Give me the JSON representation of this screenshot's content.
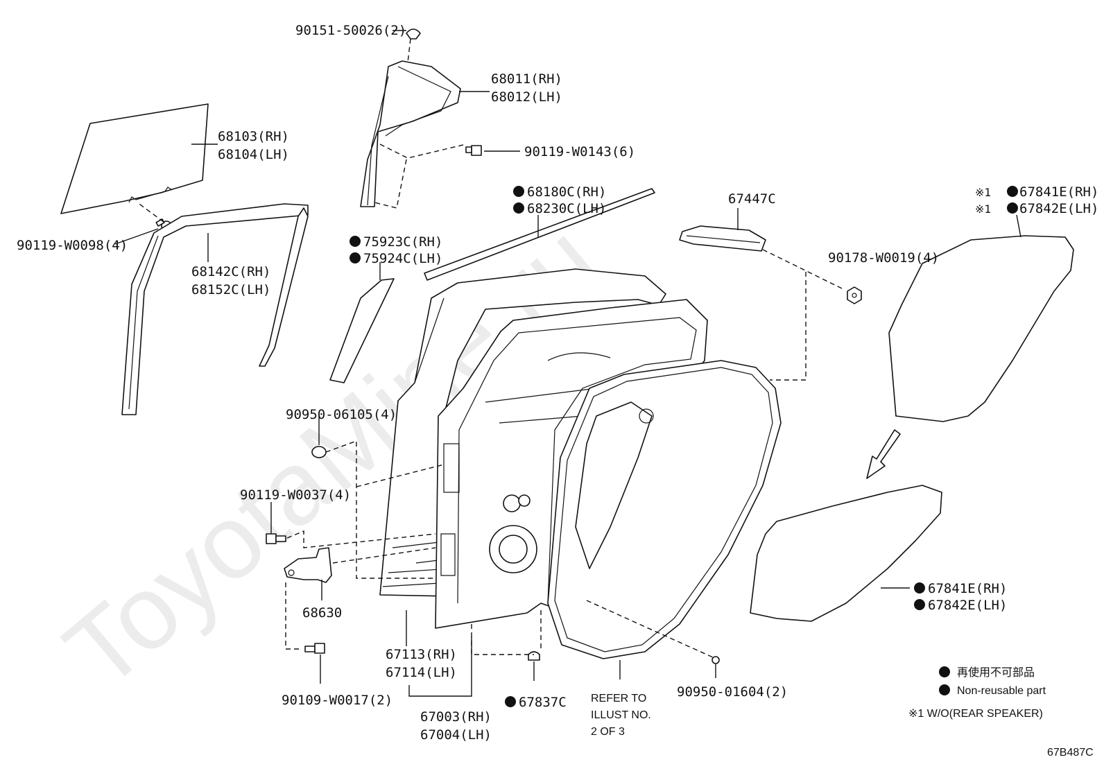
{
  "watermark": "ToyotaMine.ru",
  "diagram_code": "67B487C",
  "labels": {
    "l_90151": "90151-50026(2)",
    "l_68011": "68011(RH)",
    "l_68012": "68012(LH)",
    "l_68103": "68103(RH)",
    "l_68104": "68104(LH)",
    "l_90119_w0143": "90119-W0143(6)",
    "l_68180c": "68180C(RH)",
    "l_68230c": "68230C(LH)",
    "l_67447c": "67447C",
    "l_67841e_top": "67841E(RH)",
    "l_67842e_top": "67842E(LH)",
    "l_90119_w0098": "90119-W0098(4)",
    "l_68142c": "68142C(RH)",
    "l_68152c": "68152C(LH)",
    "l_75923c": "75923C(RH)",
    "l_75924c": "75924C(LH)",
    "l_90178": "90178-W0019(4)",
    "l_90950_06105": "90950-06105(4)",
    "l_90119_w0037": "90119-W0037(4)",
    "l_68630": "68630",
    "l_67113": "67113(RH)",
    "l_67114": "67114(LH)",
    "l_90109": "90109-W0017(2)",
    "l_67003": "67003(RH)",
    "l_67004": "67004(LH)",
    "l_67837c": "67837C",
    "l_67841e_bot": "67841E(RH)",
    "l_67842e_bot": "67842E(LH)",
    "l_90950_01604": "90950-01604(2)",
    "refer_1": "REFER TO",
    "refer_2": "ILLUST NO.",
    "refer_3": "2 OF 3",
    "mark_1": "※1"
  },
  "legend": {
    "jp": "再使用不可部品",
    "en": "Non-reusable part",
    "note": "※1  W/O(REAR SPEAKER)"
  }
}
